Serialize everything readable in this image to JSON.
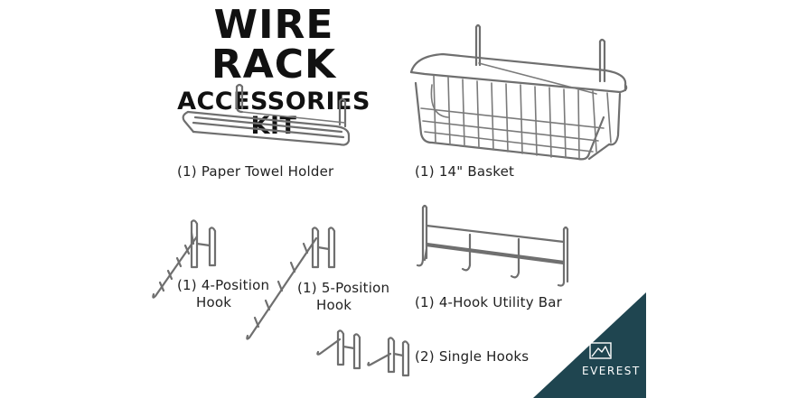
{
  "title": {
    "line1": "WIRE RACK",
    "line2": "ACCESSORIES KIT"
  },
  "items": [
    {
      "id": "paper-towel-holder",
      "label": "(1) Paper Towel Holder"
    },
    {
      "id": "basket",
      "label": "(1) 14\" Basket"
    },
    {
      "id": "four-position-hook",
      "label_line1": "(1) 4-Position",
      "label_line2": "Hook"
    },
    {
      "id": "five-position-hook",
      "label_line1": "(1) 5-Position",
      "label_line2": "Hook"
    },
    {
      "id": "utility-bar",
      "label": "(1) 4-Hook Utility Bar"
    },
    {
      "id": "single-hooks",
      "label": "(2) Single Hooks"
    }
  ],
  "brand": {
    "name": "EVEREST",
    "icon": "mountain-logo-icon",
    "color": "#1f4550"
  },
  "colors": {
    "wire": "#6f6f6f",
    "title": "#111111",
    "label": "#222222"
  }
}
